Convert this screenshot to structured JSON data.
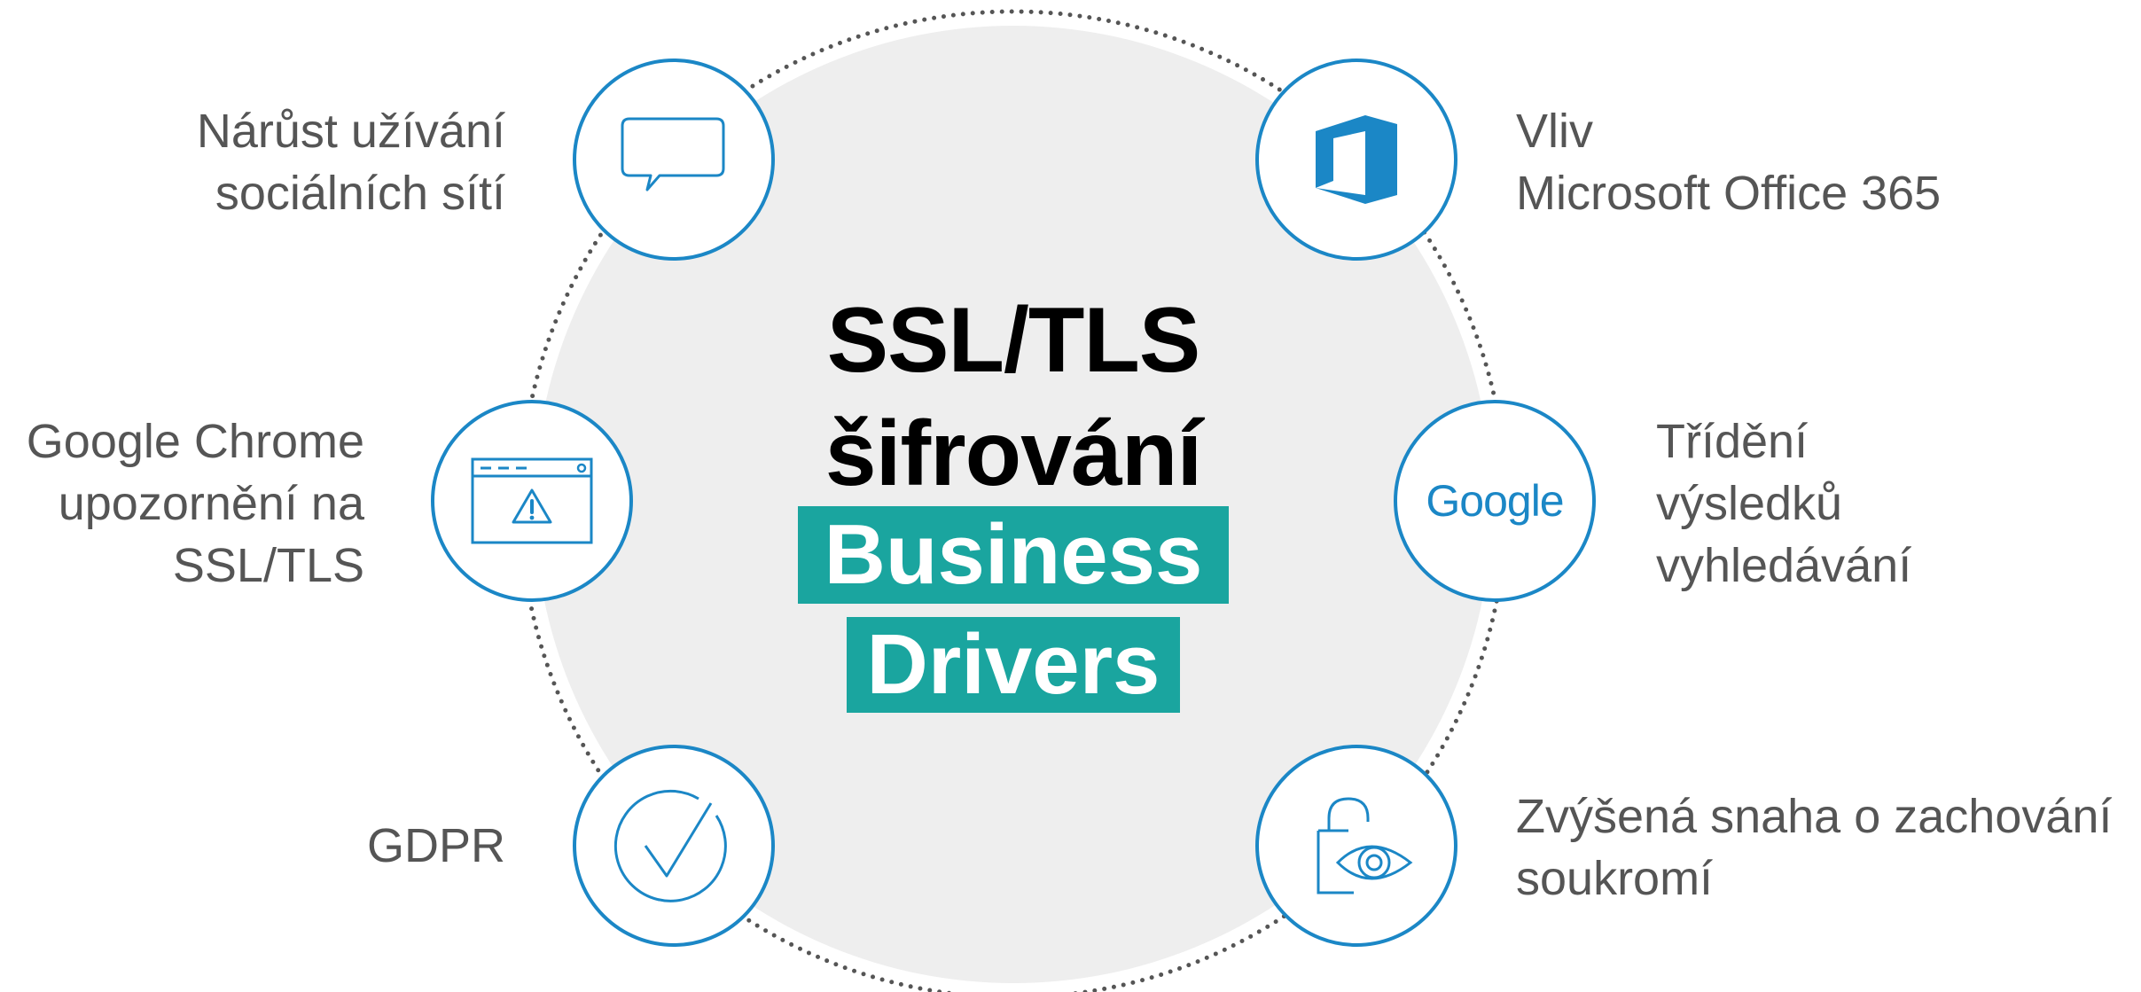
{
  "center": {
    "title_line1": "SSL/TLS",
    "title_line2": "šifrování",
    "badge_line1": "Business",
    "badge_line2": "Drivers"
  },
  "drivers": {
    "social": {
      "icon": "chat-bubble-icon",
      "line1": "Nárůst užívání",
      "line2": "sociálních sítí"
    },
    "chrome": {
      "icon": "browser-warning-icon",
      "line1": "Google Chrome",
      "line2": "upozornění na",
      "line3": "SSL/TLS"
    },
    "gdpr": {
      "icon": "checkmark-circle-icon",
      "line1": "GDPR"
    },
    "office": {
      "icon": "office-logo-icon",
      "line1": "Vliv",
      "line2": "Microsoft Office 365"
    },
    "google": {
      "icon": "google-logo-icon",
      "logo_text": "Google",
      "line1": "Třídění",
      "line2": "výsledků",
      "line3": "vyhledávání"
    },
    "privacy": {
      "icon": "lock-eye-icon",
      "line1": "Zvýšená snaha o zachování",
      "line2": "soukromí"
    }
  },
  "colors": {
    "ring_stroke": "#1b87c6",
    "badge_bg": "#1aa59f",
    "center_disc": "#eeeeee",
    "label_text": "#555555",
    "dotted_ring": "#555555"
  }
}
